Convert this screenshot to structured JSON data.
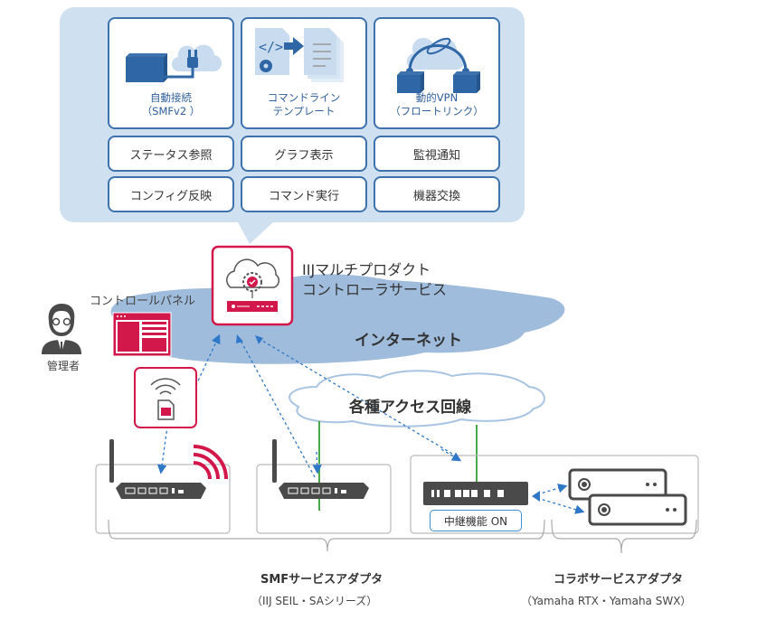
{
  "feature_panel": {
    "big_tiles": [
      {
        "icon": "auto-connect-icon",
        "line1": "自動接続",
        "line2": "（SMFv2 ）"
      },
      {
        "icon": "command-template-icon",
        "line1": "コマンドライン",
        "line2": "テンプレート"
      },
      {
        "icon": "dynamic-vpn-icon",
        "line1": "動的VPN",
        "line2": "（フロートリンク）"
      }
    ],
    "small_tiles": [
      [
        "ステータス参照",
        "グラフ表示",
        "監視通知"
      ],
      [
        "コンフィグ反映",
        "コマンド実行",
        "機器交換"
      ]
    ]
  },
  "controller": {
    "icon": "cloud-gear-server-icon",
    "line1": "IIJマルチプロダクト",
    "line2": "コントローラサービス"
  },
  "control_panel": {
    "label": "コントロールパネル",
    "icon": "control-panel-icon"
  },
  "admin": {
    "label": "管理者",
    "icon": "administrator-icon"
  },
  "sim": {
    "icon": "sim-wireless-icon"
  },
  "clouds": {
    "internet": "インターネット",
    "access": "各種アクセス回線"
  },
  "devices": {
    "relay_badge": "中継機能 ON"
  },
  "groups": {
    "smf": {
      "title": "SMFサービスアダプタ",
      "subtitle": "（IIJ SEIL・SAシリーズ）"
    },
    "collab": {
      "title": "コラボサービスアダプタ",
      "subtitle": "（Yamaha RTX・Yamaha SWX）"
    }
  },
  "colors": {
    "panel_bg": "#cfe0f1",
    "tile_border": "#3d72ad",
    "accent_blue": "#2f67a6",
    "accent_red": "#d2184a",
    "internet_cloud": "#9fbcdc",
    "access_line": "#4aa84a",
    "device_dark": "#4a4a4a"
  }
}
